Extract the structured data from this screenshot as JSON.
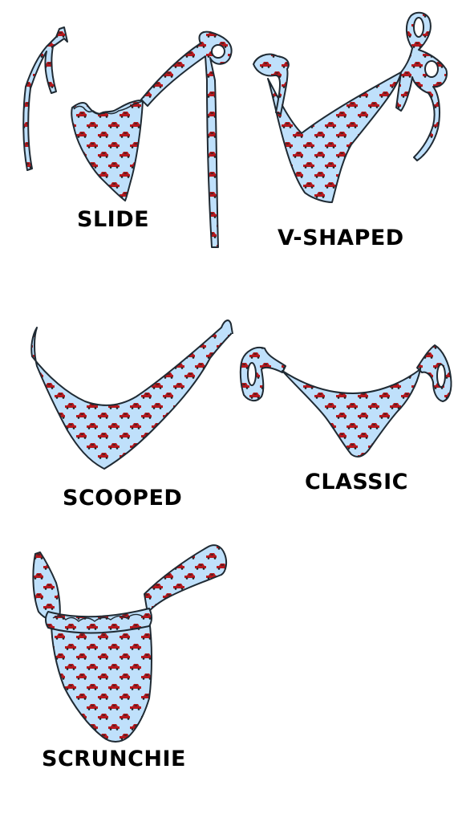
{
  "palette": {
    "fabric": "#bfe0fb",
    "outline": "#1f2a33",
    "car": "#b8181e",
    "car_window": "#3a1a1a",
    "label": "#000000",
    "background": "#ffffff"
  },
  "styles": [
    {
      "id": "slide",
      "label": "SLIDE"
    },
    {
      "id": "vshaped",
      "label": "V-SHAPED"
    },
    {
      "id": "scooped",
      "label": "SCOOPED"
    },
    {
      "id": "classic",
      "label": "CLASSIC"
    },
    {
      "id": "scrunchie",
      "label": "SCRUNCHIE"
    }
  ]
}
